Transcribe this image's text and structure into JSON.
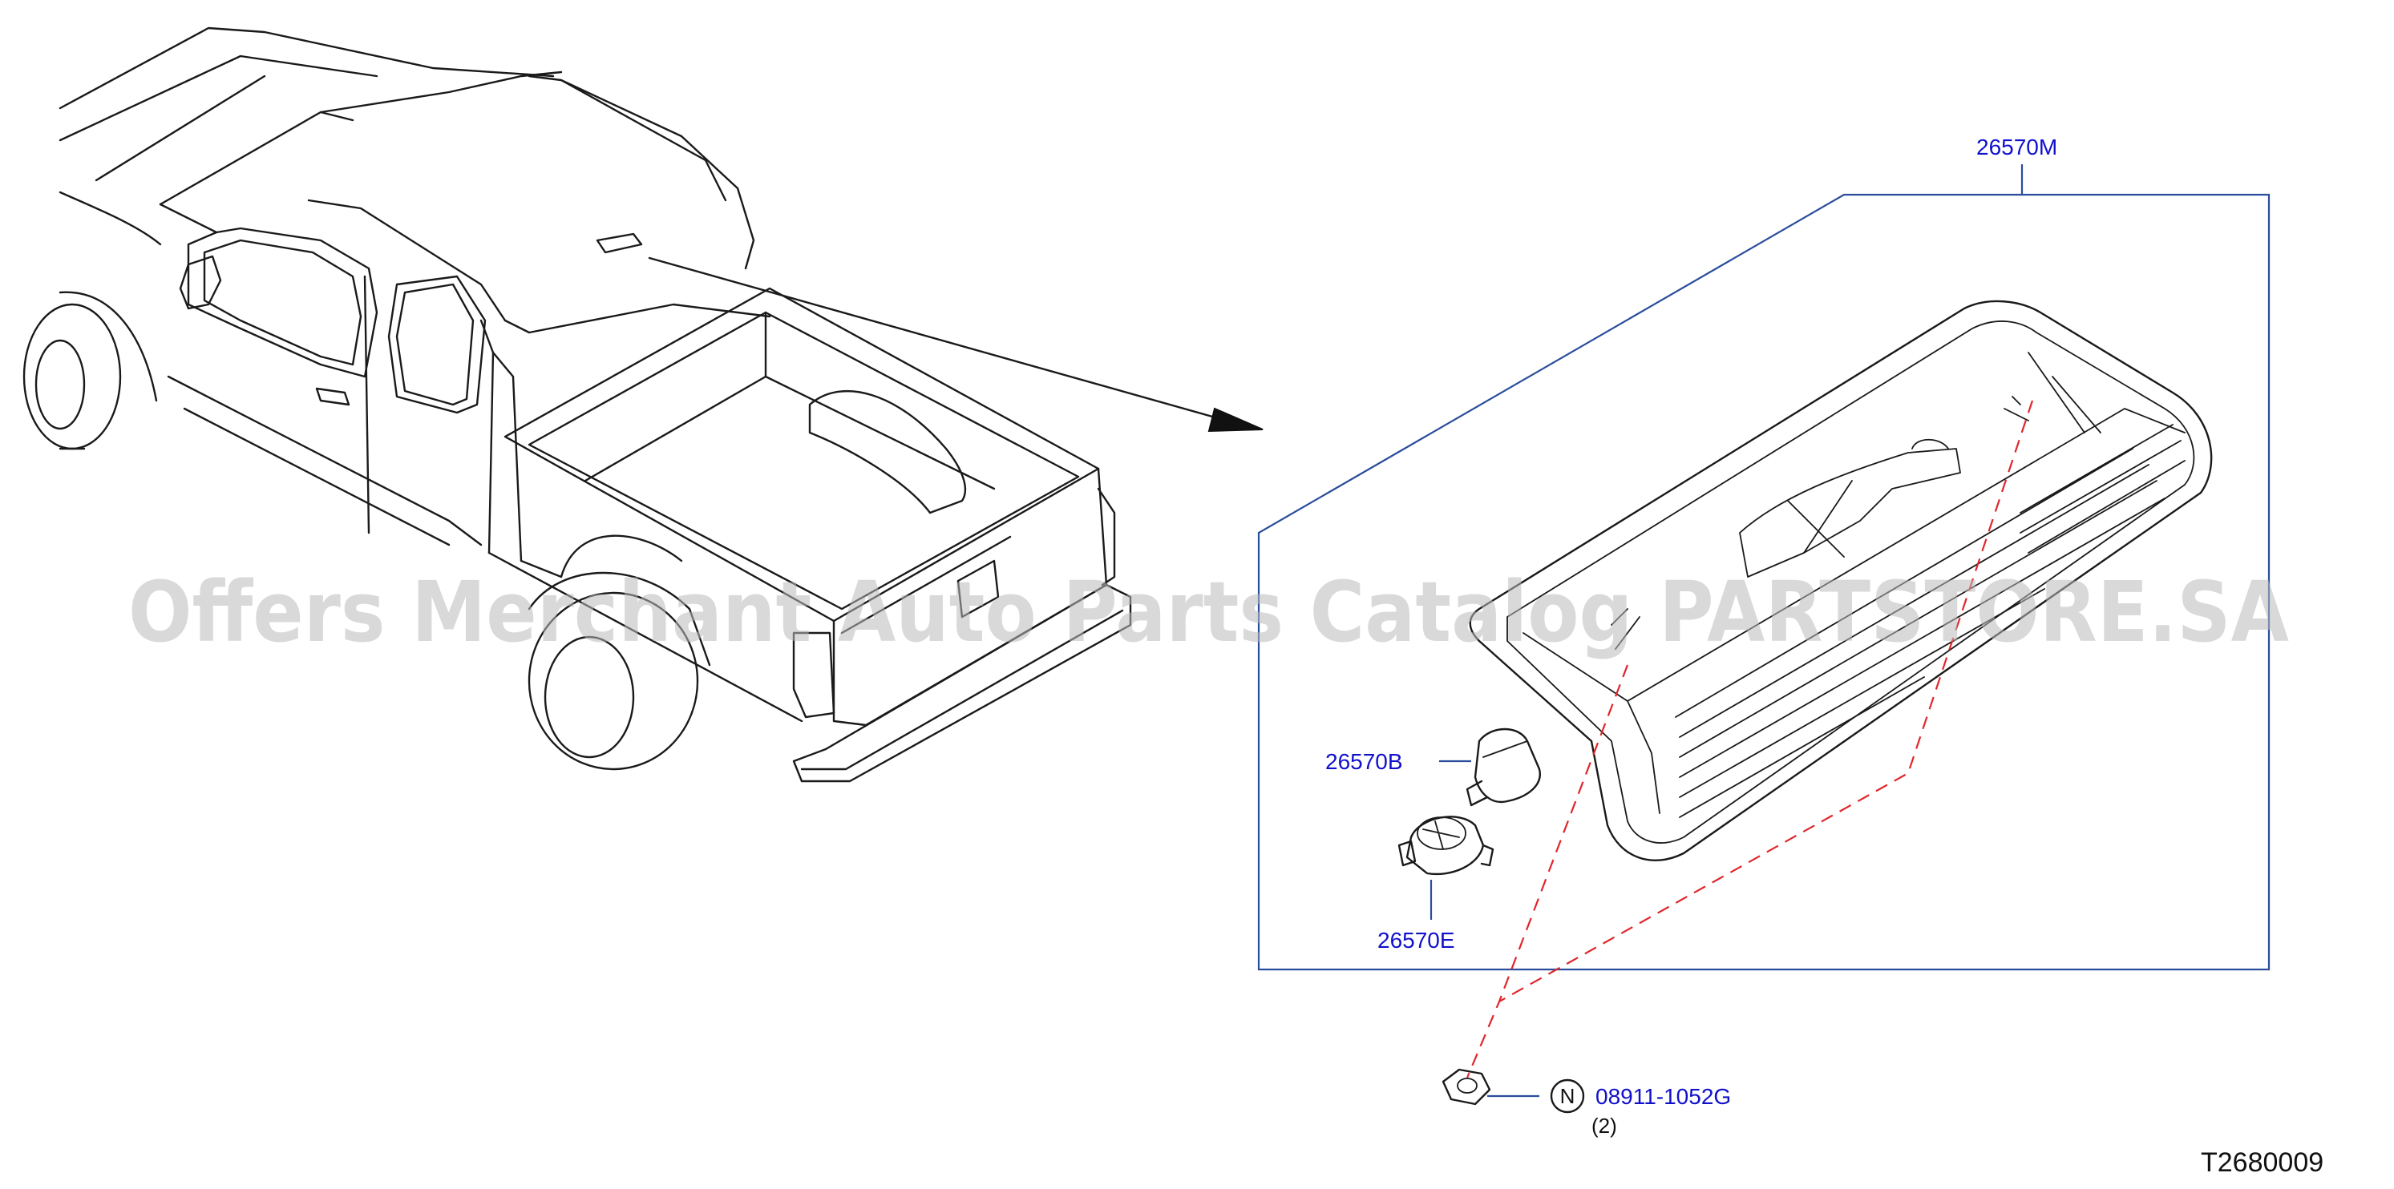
{
  "watermark": "Offers Merchant Auto Parts Catalog PARTSTORE.SA",
  "diagram_code": "T2680009",
  "parts": {
    "assembly": "26570M",
    "bulb": "26570B",
    "socket": "26570E",
    "nut_symbol": "N",
    "nut": "08911-1052G",
    "nut_qty": "(2)"
  },
  "colors": {
    "part_number": "#1111cc",
    "callout_frame": "#2a4d9c",
    "dashed_guide": "#e0262b",
    "watermark": "#b9b9b9"
  },
  "icons": [
    "pickup-truck-drawing",
    "high-mount-stop-lamp-drawing",
    "bulb-drawing",
    "socket-drawing",
    "nut-drawing",
    "indicator-arrow"
  ]
}
